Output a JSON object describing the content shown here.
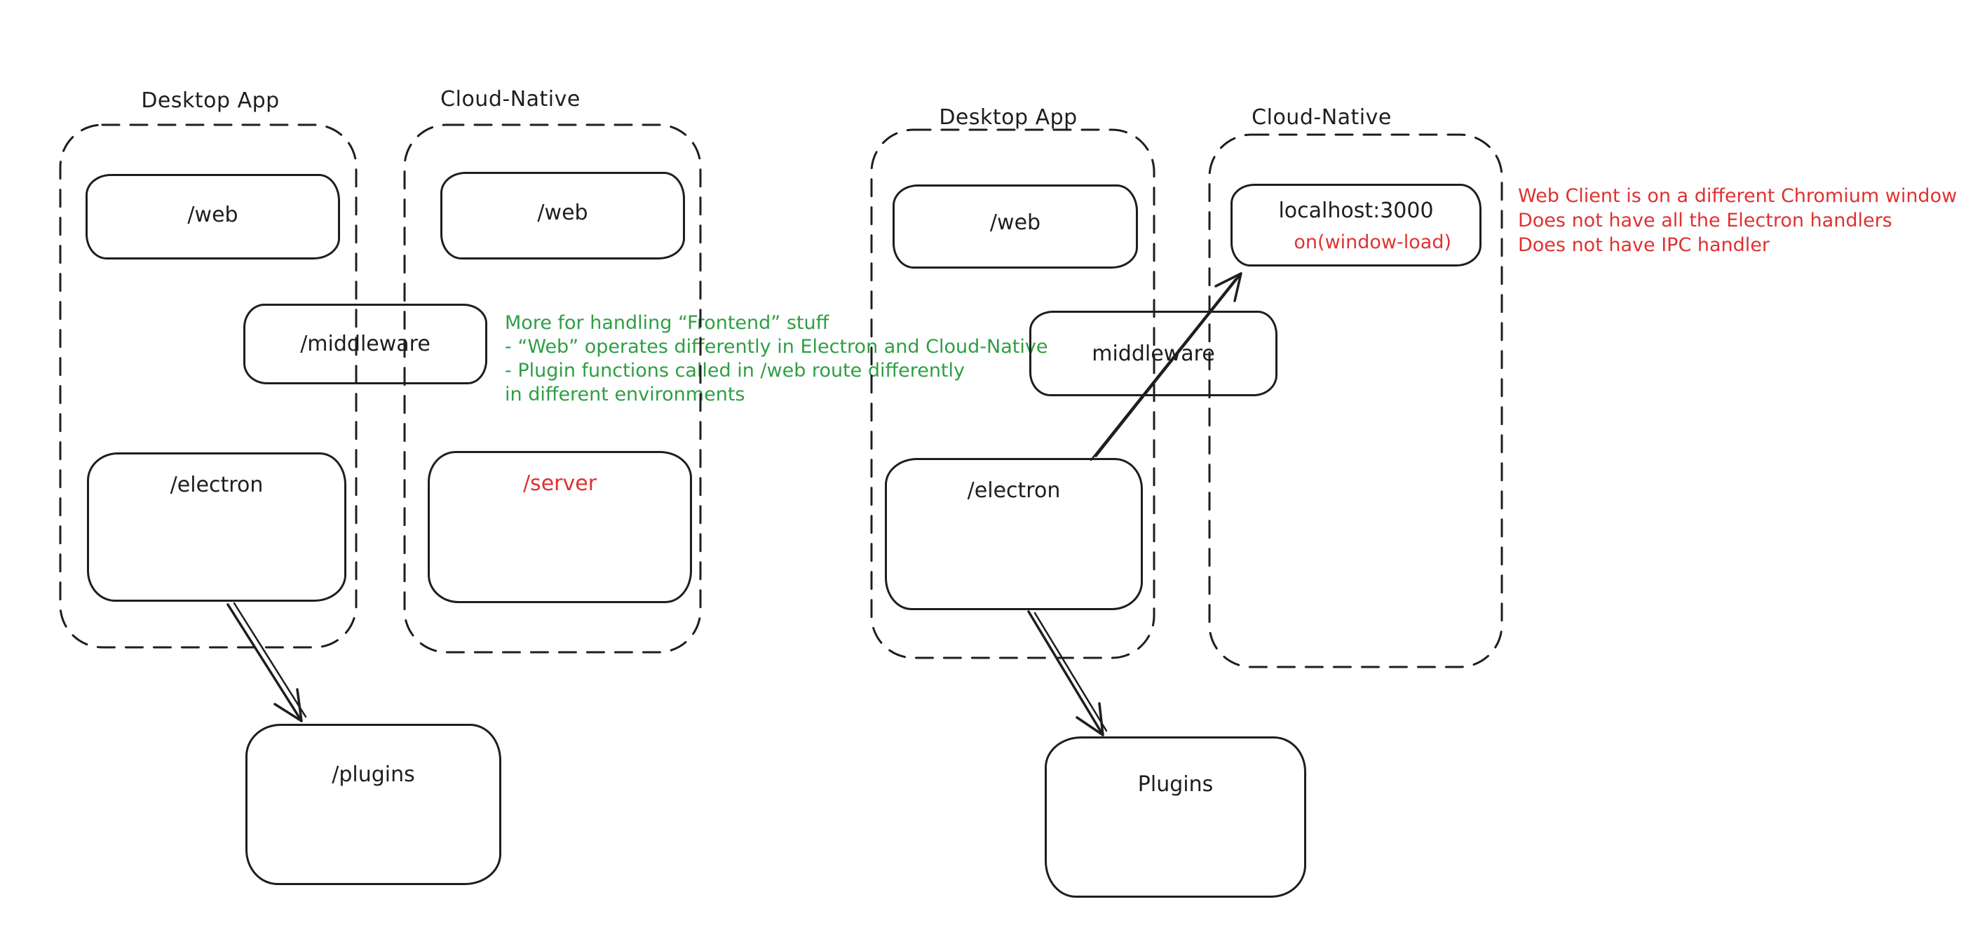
{
  "colors": {
    "ink": "#1e1e1e",
    "red": "#e03131",
    "green": "#2f9e44",
    "background": "#ffffff"
  },
  "left_diagram": {
    "desktop_group_label": "Desktop App",
    "cloud_group_label": "Cloud-Native",
    "web_desktop_box": "/web",
    "web_cloud_box": "/web",
    "middleware_box": "/middleware",
    "electron_box": "/electron",
    "server_box": "/server",
    "plugins_box": "/plugins",
    "green_note_lines": [
      "More for handling “Frontend” stuff",
      "- “Web” operates differently in Electron and Cloud-Native",
      "- Plugin functions called in /web route differently",
      "in different environments"
    ]
  },
  "right_diagram": {
    "desktop_group_label": "Desktop App",
    "cloud_group_label": "Cloud-Native",
    "web_box": "/web",
    "middleware_box": "middleware",
    "electron_box": "/electron",
    "localhost_box": "localhost:3000",
    "localhost_event": "on(window-load)",
    "plugins_box": "Plugins",
    "red_note_lines": [
      "Web Client is on a different Chromium window",
      "Does not have all the Electron handlers",
      "Does not have IPC handler"
    ]
  }
}
